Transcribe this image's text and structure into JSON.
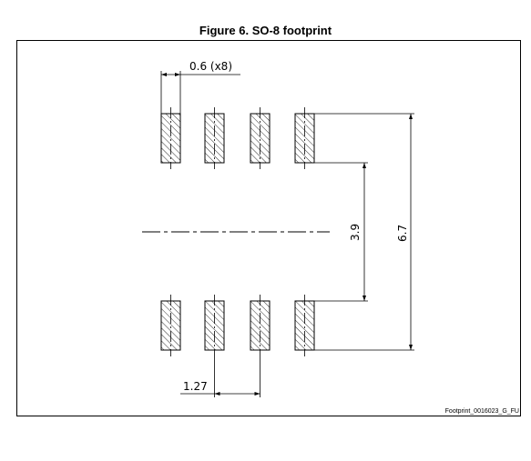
{
  "figure": {
    "title": "Figure 6. SO-8 footprint",
    "reference": "Footprint_0016023_G_FU"
  },
  "dimensions": {
    "pad_width": "0.6  (x8)",
    "pitch": "1.27",
    "inner_span": "3.9",
    "outer_span": "6.7"
  },
  "footprint": {
    "pads_per_row": 4,
    "rows": [
      "top",
      "bottom"
    ]
  }
}
